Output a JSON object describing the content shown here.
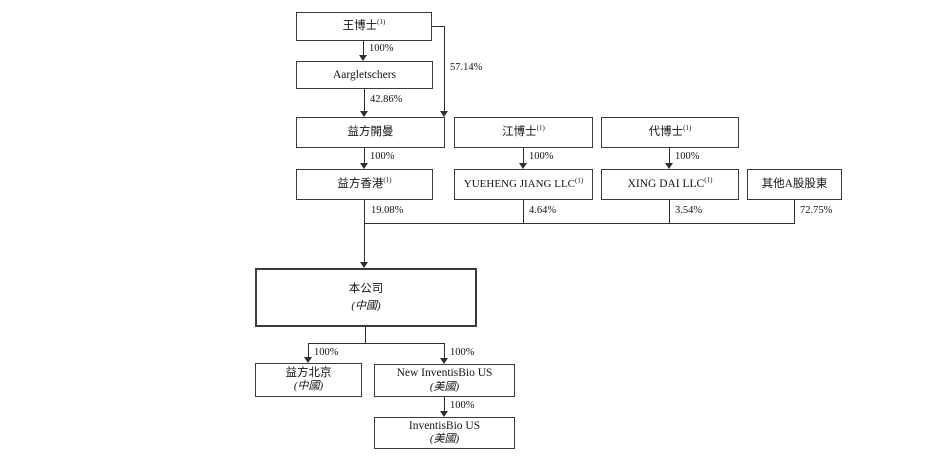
{
  "diagram": {
    "title": "shareholding-structure",
    "nodes": {
      "wang": {
        "label": "王博士",
        "sup": "(1)"
      },
      "aargletschers": {
        "label": "Aargletschers"
      },
      "yifang_cayman": {
        "label": "益方開曼"
      },
      "jiang": {
        "label": "江博士",
        "sup": "(1)"
      },
      "dai": {
        "label": "代博士",
        "sup": "(1)"
      },
      "yifang_hk": {
        "label": "益方香港",
        "sup": "(1)"
      },
      "yueheng_jiang_llc": {
        "label": "YUEHENG JIANG LLC",
        "sup": "(1)"
      },
      "xing_dai_llc": {
        "label": "XING DAI LLC",
        "sup": "(1)"
      },
      "other_a_shareholders": {
        "label": "其他A股股東"
      },
      "company": {
        "label": "本公司",
        "sublabel": "(中國)"
      },
      "yifang_beijing": {
        "label": "益方北京",
        "sublabel": "(中國)"
      },
      "new_inventisbio_us": {
        "label": "New InventisBio US",
        "sublabel": "(美國)"
      },
      "inventisbio_us": {
        "label": "InventisBio US",
        "sublabel": "(美國)"
      }
    },
    "edges": {
      "wang_to_aargletschers": "100%",
      "wang_to_yifang_cayman": "57.14%",
      "aargletschers_to_yifang_cayman": "42.86%",
      "yifang_cayman_to_yifang_hk": "100%",
      "jiang_to_yueheng": "100%",
      "dai_to_xing_dai": "100%",
      "yifang_hk_to_company": "19.08%",
      "yueheng_to_company": "4.64%",
      "xing_dai_to_company": "3.54%",
      "other_a_to_company": "72.75%",
      "company_to_yifang_beijing": "100%",
      "company_to_new_inventisbio": "100%",
      "new_inventisbio_to_inventisbio": "100%"
    },
    "colors": {
      "background": "#ffffff",
      "line": "#2f2f2f",
      "box_border": "#3a3a3a",
      "text": "#141414"
    }
  }
}
